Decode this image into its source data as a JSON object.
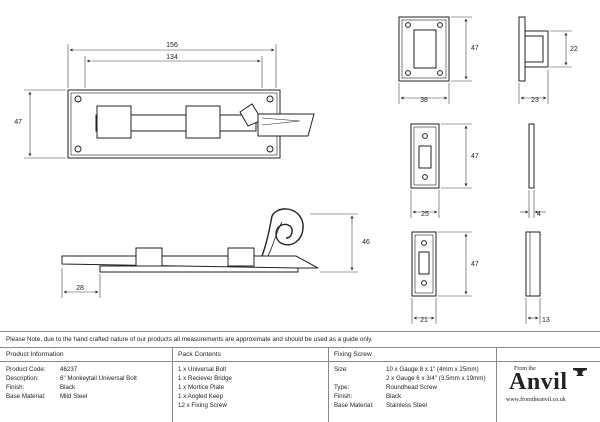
{
  "drawing": {
    "dims": {
      "bolt_length": "156",
      "plate_length": "134",
      "plate_height": "47",
      "bolt_side_height": "46",
      "bolt_side_offset": "28",
      "bridge_height": "47",
      "bridge_width": "38",
      "bridge_side_height": "22",
      "bridge_side_depth": "23",
      "mortice_height": "47",
      "mortice_width": "25",
      "mortice_depth": "4",
      "angled_height": "47",
      "angled_width": "21",
      "angled_depth": "13"
    }
  },
  "note": "Please Note, due to the hand crafted nature of our products all measurements are approximate and should be used as a guide only.",
  "product_info": {
    "title": "Product Information",
    "rows": [
      {
        "label": "Product Code:",
        "value": "46237"
      },
      {
        "label": "Description:",
        "value": "6\" Monkeytail Universal Bolt"
      },
      {
        "label": "Finish:",
        "value": "Black"
      },
      {
        "label": "Base Material:",
        "value": "Mild Steel"
      }
    ]
  },
  "pack_contents": {
    "title": "Pack Contents",
    "items": [
      "1 x Universal Bolt",
      "1 x Reciever Bridge",
      "1 x Mortice Plate",
      "1 x Angled Keep",
      "12 x Fixing Screw"
    ]
  },
  "fixing_screw": {
    "title": "Fixing Screw",
    "rows": [
      {
        "label": "Size:",
        "value": "10 x Gauge 8 x 1\" (4mm x 25mm)"
      },
      {
        "label": "",
        "value": "2 x Gauge 6 x 3/4\" (3.5mm x 19mm)"
      },
      {
        "label": "Type:",
        "value": "Roundhead Screw"
      },
      {
        "label": "Finish:",
        "value": "Black"
      },
      {
        "label": "Base Material:",
        "value": "Stainless Steel"
      }
    ]
  },
  "logo": {
    "from_the": "From the",
    "name": "Anvil",
    "url": "www.fromtheanvil.co.uk",
    "icon": "anvil-icon"
  }
}
